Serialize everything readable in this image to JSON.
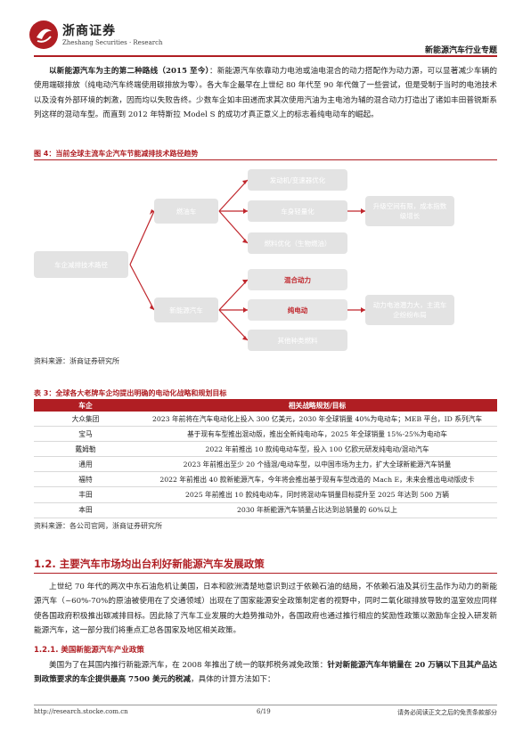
{
  "header": {
    "brand_cn": "浙商证券",
    "brand_en": "Zheshang Securities · Research",
    "report_type": "新能源汽车行业专题"
  },
  "intro": {
    "lead_bold": "以新能源汽车为主的第二种路线（2015 至今）",
    "text": "：新能源汽车依靠动力电池或油电混合的动力搭配作为动力源，可以显著减少车辆的使用端碳排放（纯电动汽车终端使用碳排放为零）。各大车企最早在上世纪 80 年代至 90 年代做了一些尝试，但是受制于当时的电池技术以及没有外部环境的刺激，因而均以失败告终。少数车企如丰田递而求其次使用汽油为主电池为辅的混合动力打造出了诸如丰田普锐斯系列这样的混动车型。而直到 2012 年特斯拉 Model S 的成功才真正意义上的标志着纯电动车的崛起。"
  },
  "figure4": {
    "title": "图 4：当前全球主流车企汽车节能减排技术路径趋势",
    "root": "车企减排技术路径",
    "fuel": "燃油车",
    "fuel_branches": [
      "发动机/变速器优化",
      "车身轻量化",
      "燃料优化（生物燃油）"
    ],
    "fuel_result": "升级空间有限，成本指数级增长",
    "nev": "新能源汽车",
    "nev_branches": [
      "混合动力",
      "纯电动",
      "其他种类燃料"
    ],
    "nev_result": "动力电池潜力大，主流车企纷纷布局",
    "source": "资料来源：浙商证券研究所"
  },
  "table3": {
    "title": "表 3：全球各大老牌车企均提出明确的电动化战略和规划目标",
    "headers": [
      "车企",
      "相关战略规划/目标"
    ],
    "rows": [
      {
        "company": "大众集团",
        "plan": "2023 年前将在汽车电动化上投入 300 亿美元，2030 年全球销量 40%为电动车；MEB 平台，ID 系列汽车"
      },
      {
        "company": "宝马",
        "plan": "基于现有车型推出混动版，推出全新纯电动车，2025 年全球销量 15%-25%为电动车"
      },
      {
        "company": "戴姆勒",
        "plan": "2022 年前推出 10 款纯电动车型，投入 100 亿欧元研发纯电动/混动汽车"
      },
      {
        "company": "通用",
        "plan": "2023 年前推出至少 20 个插混/电动车型，以中国市场为主力，扩大全球新能源汽车销量"
      },
      {
        "company": "福特",
        "plan": "2022 年前推出 40 款新能源汽车，今年将会推出基于现有车型改造的 Mach E，未来会推出电动版皮卡"
      },
      {
        "company": "丰田",
        "plan": "2025 年前推出 10 款纯电动车，同时将混动车销量目标提升至 2025 年达到 500 万辆"
      },
      {
        "company": "本田",
        "plan": "2030 年新能源汽车销量占比达到总销量的 60%以上"
      }
    ],
    "source": "资料来源：各公司官网，浙商证券研究所"
  },
  "section12": {
    "heading": "1.2. 主要汽车市场均出台利好新能源汽车发展政策",
    "text": "上世纪 70 年代的两次中东石油危机让美国，日本和欧洲清楚地意识到过于依赖石油的结局，不依赖石油及其衍生品作为动力的新能源汽车（~60%-70%的原油被使用在了交通领域）出现在了国家能源安全政策制定者的视野中，同时二氧化碳排放导致的温室效应同样使各国政府积极推出碳减排目标。因此除了汽车工业发展的大趋势推动外，各国政府也通过推行相应的奖励性政策以激励车企投入研发新能源汽车，这一部分我们将重点汇总各国家及地区相关政策。"
  },
  "section121": {
    "heading": "1.2.1. 美国新能源汽车产业政策",
    "text_pre": "美国为了在其国内推行新能源汽车，在 2008 年推出了统一的联邦税务减免政策：",
    "text_bold": "针对新能源汽车年销量在 20 万辆以下且其产品达到政策要求的车企提供最高 7500 美元的税减",
    "text_post": "，具体的计算方法如下："
  },
  "footer": {
    "url": "http://research.stocke.com.cn",
    "page": "6/19",
    "disclaimer": "请务必阅读正文之后的免责条款部分"
  },
  "colors": {
    "accent": "#b01e23",
    "box": "#e3e3e3",
    "highlight_text": "#c0262c"
  }
}
